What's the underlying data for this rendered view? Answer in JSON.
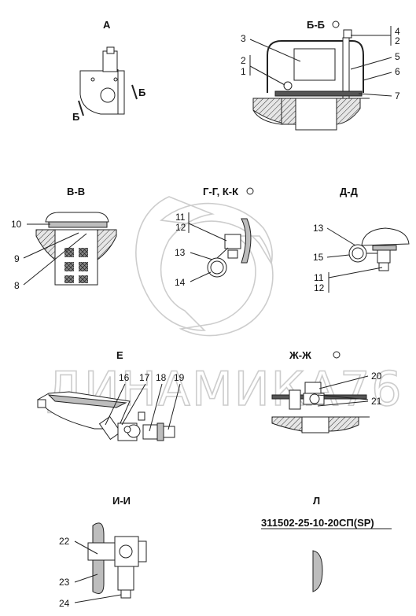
{
  "views": {
    "a": "А",
    "bb": "Б-Б",
    "b_mark": "Б",
    "vv": "В-В",
    "gg_kk": "Г-Г, К-К",
    "dd": "Д-Д",
    "e": "Е",
    "zhzh": "Ж-Ж",
    "ii": "И-И",
    "l": "Л"
  },
  "part_number": "311502-25-10-20СП(SP)",
  "watermark": "ДИНАМИКА76",
  "callouts": {
    "c1": "1",
    "c2": "2",
    "c3": "3",
    "c4": "4",
    "c5": "5",
    "c6": "6",
    "c7": "7",
    "c8": "8",
    "c9": "9",
    "c10": "10",
    "c11": "11",
    "c12": "12",
    "c13": "13",
    "c14": "14",
    "c15": "15",
    "c16": "16",
    "c17": "17",
    "c18": "18",
    "c19": "19",
    "c20": "20",
    "c21": "21",
    "c22": "22",
    "c23": "23",
    "c24": "24"
  }
}
